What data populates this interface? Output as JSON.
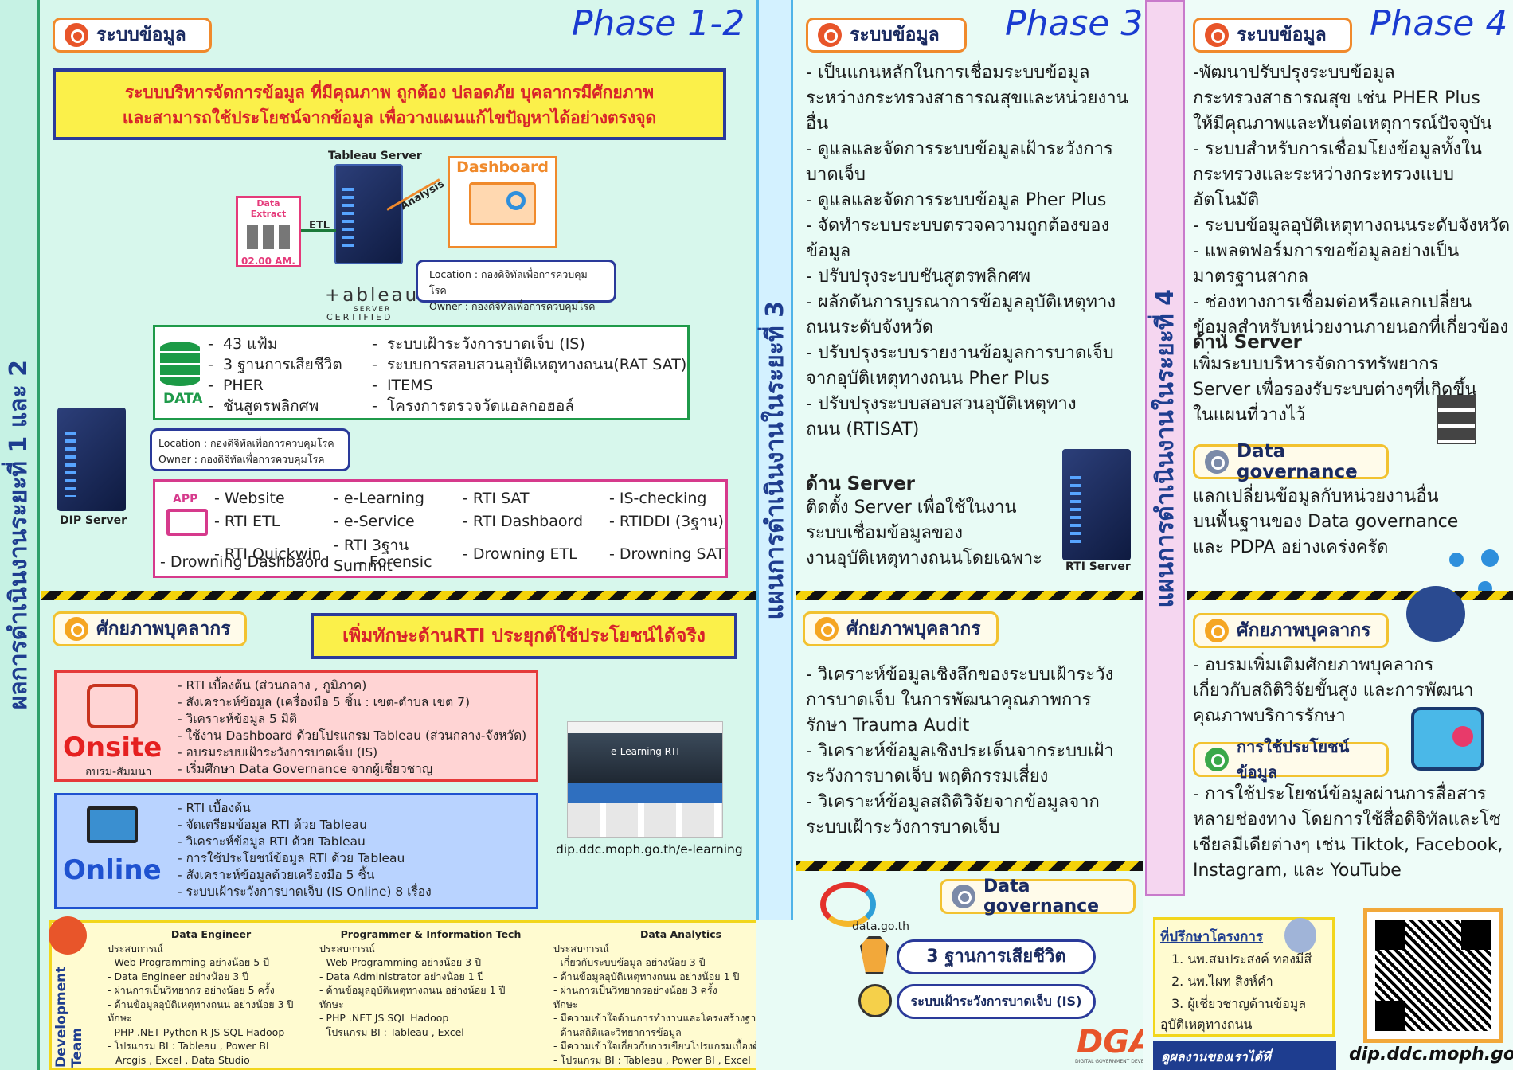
{
  "left": {
    "vertical_title": "ผลการดำเนินงานระยะที่ 1 และ 2",
    "phase": "Phase 1-2",
    "system_badge": "ระบบข้อมูล",
    "banner": [
      "ระบบบริหารจัดการข้อมูล ที่มีคุณภาพ ถูกต้อง ปลอดภัย  บุคลากรมีศักยภาพ",
      "และสามารถใช้ประโยชน์จากข้อมูล เพื่อวางแผนแก้ไขปัญหาได้อย่างตรงจุด"
    ],
    "tableau_server": "Tableau Server",
    "data_extract": "Data Extract",
    "extract_time": "02.00 AM.",
    "etl": "ETL",
    "analysis": "Analysis",
    "dashboard": "Dashboard",
    "tableau_logo": "+ableau",
    "tableau_sub": "SERVER",
    "certified": "CERTIFIED",
    "loc1": "Location : กองดิจิทัลเพื่อการควบคุมโรค",
    "own1": "Owner : กองดิจิทัลเพื่อการควบคุมโรค",
    "data_label": "DATA",
    "data_left": [
      "43 แฟ้ม",
      "3 ฐานการเสียชีวิต",
      "PHER",
      "ชันสูตรพลิกศพ"
    ],
    "data_right": [
      "ระบบเฝ้าระวังการบาดเจ็บ (IS)",
      "ระบบการสอบสวนอุบัติเหตุทางถนน(RAT SAT)",
      "ITEMS",
      "โครงการตรวจวัดแอลกอฮอล์"
    ],
    "loc2": "Location : กองดิจิทัลเพื่อการควบคุมโรค",
    "own2": "Owner : กองดิจิทัลเพื่อการควบคุมโรค",
    "dip_server": "DIP Server",
    "app_label": "APP",
    "apps": [
      [
        "- Website",
        "- e-Learning",
        "- RTI SAT",
        "- IS-checking"
      ],
      [
        "- RTI ETL",
        "- e-Service",
        "- RTI Dashbaord",
        "- RTIDDI (3ฐาน)"
      ],
      [
        "- RTI Quickwin",
        "- RTI 3ฐาน Summit",
        "- Drowning ETL",
        "- Drowning SAT"
      ],
      [
        "- Drowning Dashbaord",
        "- Forensic",
        "",
        ""
      ]
    ],
    "people_badge": "ศักยภาพบุคลากร",
    "skill_banner": "เพิ่มทักษะด้านRTI ประยุกต์ใช้ประโยชน์ได้จริง",
    "onsite_title": "Onsite",
    "onsite_sub": "อบรม-สัมมนา",
    "onsite_items": [
      "- RTI เบื้องต้น (ส่วนกลาง , ภูมิภาค)",
      "- สังเคราะห์ข้อมูล (เครื่องมือ 5 ชิ้น : เขต-ตำบล เขต 7)",
      "- วิเคราะห์ข้อมูล 5 มิติ",
      "- ใช้งาน Dashboard ด้วยโปรแกรม Tableau (ส่วนกลาง-จังหวัด)",
      "- อบรมระบบเฝ้าระวังการบาดเจ็บ (IS)",
      "- เริ่มศึกษา Data Governance จากผู้เชี่ยวชาญ"
    ],
    "online_title": "Online",
    "online_items": [
      "- RTI เบื้องต้น",
      "- จัดเตรียมข้อมูล RTI ด้วย Tableau",
      "- วิเคราะห์ข้อมูล RTI ด้วย Tableau",
      "- การใช้ประโยชน์ข้อมูล RTI ด้วย Tableau",
      "- สังเคราะห์ข้อมูลด้วยเครื่องมือ 5 ชิ้น",
      "- ระบบเฝ้าระวังการบาดเจ็บ (IS Online)  8 เรื่อง"
    ],
    "elearn_caption": "e-Learning RTI",
    "elearn_url": "dip.ddc.moph.go.th/e-learning",
    "dev_team": "Development Team",
    "teams": [
      {
        "title": "Data Engineer",
        "lines": [
          "ประสบการณ์",
          "- Web Programming อย่างน้อย 5 ปี",
          "- Data Engineer อย่างน้อย 3 ปี",
          "- ผ่านการเป็นวิทยากร อย่างน้อย 5 ครั้ง",
          "- ด้านข้อมูลอุบัติเหตุทางถนน อย่างน้อย 3 ปี",
          "ทักษะ",
          "- PHP .NET Python R JS SQL Hadoop",
          "- โปรแกรม BI : Tableau , Power BI",
          "  Arcgis , Excel , Data Studio"
        ]
      },
      {
        "title": "Programmer & Information Tech",
        "lines": [
          "ประสบการณ์",
          "- Web Programming อย่างน้อย 3 ปี",
          "- Data Administrator อย่างน้อย 1 ปี",
          "- ด้านข้อมูลอุบัติเหตุทางถนน อย่างน้อย 1 ปี",
          "ทักษะ",
          "- PHP .NET JS SQL Hadoop",
          "- โปรแกรม BI : Tableau , Excel"
        ]
      },
      {
        "title": "Data Analytics",
        "lines": [
          "ประสบการณ์",
          "- เกี่ยวกับระบบข้อมูล อย่างน้อย 3 ปี",
          "- ด้านข้อมูลอุบัติเหตุทางถนน อย่างน้อย 1 ปี",
          "- ผ่านการเป็นวิทยากรอย่างน้อย 3 ครั้ง",
          "ทักษะ",
          "- มีความเข้าใจด้านการทำงานและโครงสร้างฐานข้อมูล",
          "- ด้านสถิติและวิทยาการข้อมูล",
          "- มีความเข้าใจเกี่ยวกับการเขียนโปรแกรมเบื้องต้น",
          "- โปรแกรม BI :  Tableau , Power BI ,  Excel"
        ]
      }
    ]
  },
  "mid": {
    "vertical_title": "แผนการดำเนินงานในระยะที่ 3",
    "phase": "Phase 3",
    "system_badge": "ระบบข้อมูล",
    "system_text": [
      "   - เป็นแกนหลักในการเชื่อมระบบข้อมูล",
      "ระหว่างกระทรวงสาธารณสุขและหน่วยงาน",
      "อื่น",
      "   - ดูแลและจัดการระบบข้อมูลเฝ้าระวังการ",
      "บาดเจ็บ",
      "   - ดูแลและจัดการระบบข้อมูล Pher Plus",
      "   - จัดทำระบบระบบตรวจความถูกต้องของ",
      "ข้อมูล",
      "   - ปรับปรุงระบบชันสูตรพลิกศพ",
      "   - ผลักดันการบูรณาการข้อมูลอุบัติเหตุทาง",
      "ถนนระดับจังหวัด",
      "   - ปรับปรุงระบบรายงานข้อมูลการบาดเจ็บ",
      "จากอุบัติเหตุทางถนน Pher Plus",
      "   - ปรับปรุงระบบสอบสวนอุบัติเหตุทาง",
      "ถนน (RTISAT)"
    ],
    "server_title": "ด้าน Server",
    "server_text": [
      "   ติดตั้ง Server เพื่อใช้ในงาน",
      "ระบบเชื่อมข้อมูลของ",
      "งานอุบัติเหตุทางถนนโดยเฉพาะ"
    ],
    "rti_server": "RTI Server",
    "people_badge": "ศักยภาพบุคลากร",
    "people_text": [
      "   - วิเคราะห์ข้อมูลเชิงลึกของระบบเฝ้าระวัง",
      "การบาดเจ็บ ในการพัฒนาคุณภาพการ",
      "รักษา Trauma Audit",
      "   - วิเคราะห์ข้อมูลเชิงประเด็นจากระบบเฝ้า",
      "ระวังการบาดเจ็บ พฤติกรรมเสี่ยง",
      "   - วิเคราะห์ข้อมูลสถิติวิจัยจากข้อมูลจาก",
      "ระบบเฝ้าระวังการบาดเจ็บ"
    ],
    "datagov_badge": "Data governance",
    "data_go_th": "data.go.th",
    "pill1": "3 ฐานการเสียชีวิต",
    "pill2": "ระบบเฝ้าระวังการบาดเจ็บ (IS)",
    "dga": "DGA",
    "dga_sub": "DIGITAL GOVERNMENT DEVELOPMENT AGENCY"
  },
  "right": {
    "vertical_title": "แผนการดำเนินงานในระยะที่ 4",
    "phase": "Phase 4",
    "system_badge": "ระบบข้อมูล",
    "system_text": [
      "  -พัฒนาปรับปรุงระบบข้อมูล",
      "กระทรวงสาธารณสุข เช่น PHER Plus",
      "ให้มีคุณภาพและทันต่อเหตุการณ์ปัจจุบัน",
      "   - ระบบสำหรับการเชื่อมโยงข้อมูลทั้งใน",
      "กระทรวงและระหว่างกระทรวงแบบอัตโนมัติ",
      "- ระบบข้อมูลอุบัติเหตุทางถนนระดับจังหวัด",
      "   - แพลตฟอร์มการขอข้อมูลอย่างเป็น",
      "มาตรฐานสากล",
      "   - ช่องทางการเชื่อมต่อหรือแลกเปลี่ยน",
      "ข้อมูลสำหรับหน่วยงานภายนอกที่เกี่ยวข้อง"
    ],
    "server_title": "ด้าน Server",
    "server_text": [
      "   เพิ่มระบบบริหารจัดการทรัพยากร",
      "Server เพื่อรองรับระบบต่างๆที่เกิดขึ้น",
      "ในแผนที่วางไว้"
    ],
    "datagov_badge": "Data governance",
    "datagov_text": [
      "   แลกเปลี่ยนข้อมูลกับหน่วยงานอื่น",
      "บนพื้นฐานของ Data governance",
      "และ PDPA อย่างเคร่งครัด"
    ],
    "people_badge": "ศักยภาพบุคลากร",
    "people_text": [
      "   - อบรมเพิ่มเติมศักยภาพบุคลากร",
      "เกี่ยวกับสถิติวิจัยขั้นสูง และการพัฒนา",
      "คุณภาพบริการรักษา"
    ],
    "use_badge": "การใช้ประโยชน์ข้อมูล",
    "use_text": [
      "   - การใช้ประโยชน์ข้อมูลผ่านการสื่อสาร",
      "หลายช่องทาง โดยการใช้สื่อดิจิทัลและโซ",
      "เชียลมีเดียต่างๆ เช่น Tiktok, Facebook,",
      "Instagram, และ YouTube"
    ],
    "advisor_title": "ที่ปรึกษาโครงการ",
    "advisors": [
      "1. นพ.สมประสงค์ ทองมีสี",
      "2. นพ.ไผท สิงห์คำ",
      "3. ผู้เชี่ยวชาญด้านข้อมูล",
      "อุบัติเหตุทางถนน"
    ],
    "footer_link": "ดูผลงานของเราได้ที่",
    "site": "dip.ddc.moph.go.th"
  }
}
